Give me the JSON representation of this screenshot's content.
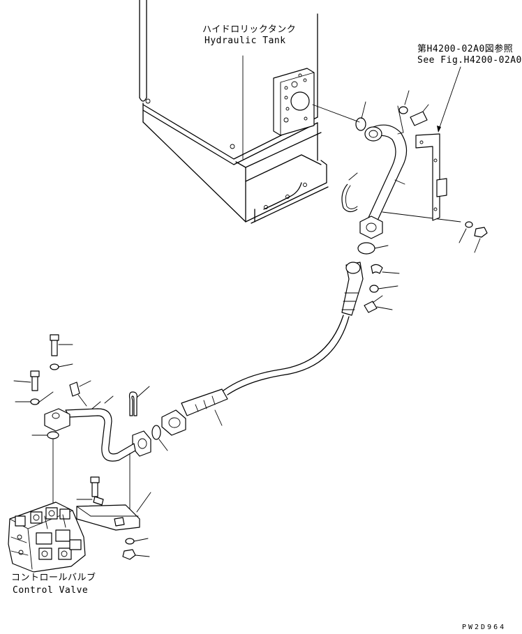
{
  "labels": {
    "tank_jp": "ハイドロリックタンク",
    "tank_en": "Hydraulic Tank",
    "ref_jp": "第H4200-02A0図参照",
    "ref_en": "See Fig.H4200-02A0",
    "valve_jp": "コントロールバルブ",
    "valve_en": "Control Valve",
    "drawing_no": "PW2D964"
  }
}
